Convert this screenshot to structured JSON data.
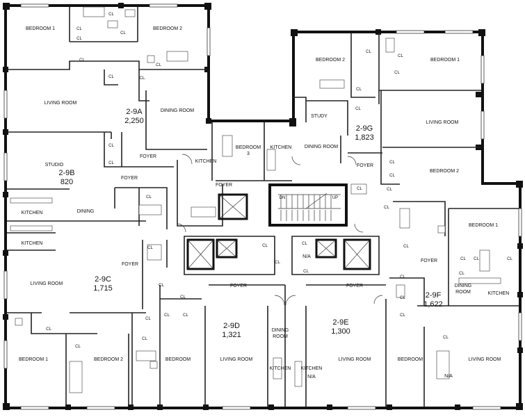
{
  "units": [
    {
      "id": "2-9A",
      "area": "2,250"
    },
    {
      "id": "2-9B",
      "area": "820"
    },
    {
      "id": "2-9C",
      "area": "1,715"
    },
    {
      "id": "2-9D",
      "area": "1,321"
    },
    {
      "id": "2-9E",
      "area": "1,300"
    },
    {
      "id": "2-9F",
      "area": "1,622"
    },
    {
      "id": "2-9G",
      "area": "1,823"
    }
  ],
  "rooms": {
    "bedroom_1": "BEDROOM 1",
    "bedroom_2": "BEDROOM 2",
    "bedroom_3": "BEDROOM\n3",
    "bedroom_3a": "BEDROOM",
    "bedroom_3b": "3",
    "bedroom": "BEDROOM",
    "living_room": "LIVING ROOM",
    "dining_room": "DINING ROOM",
    "dining_a": "DINING",
    "dining_b": "ROOM",
    "dining": "DINING",
    "kitchen": "KITCHEN",
    "kitchen_na": "N/A",
    "foyer": "FOYER",
    "studio": "STUDIO",
    "study": "STUDY",
    "closet": "CL",
    "closet_dot": "CL.",
    "na": "N/A",
    "stair_dn": "DN",
    "stair_up": "UP"
  }
}
